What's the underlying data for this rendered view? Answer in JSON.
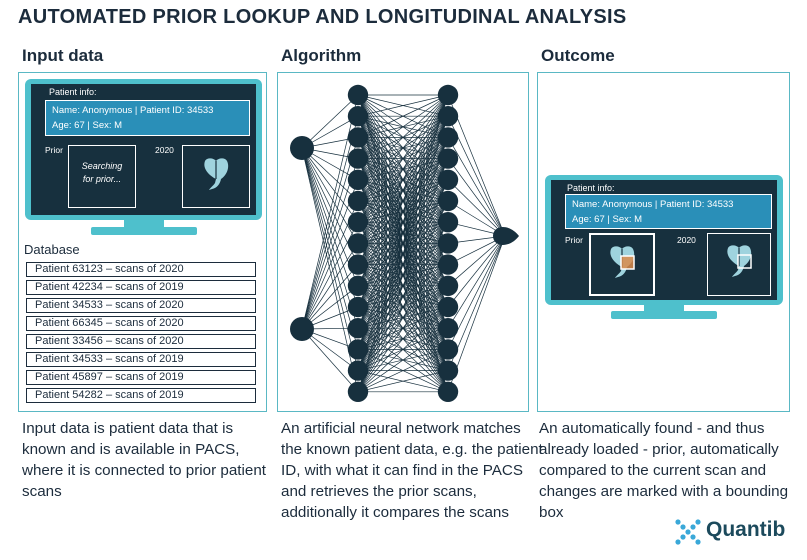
{
  "title": "AUTOMATED PRIOR LOOKUP AND LONGITUDINAL ANALYSIS",
  "columns": {
    "input": "Input data",
    "algorithm": "Algorithm",
    "outcome": "Outcome"
  },
  "input_screen": {
    "patient_info_label": "Patient info:",
    "line1": "Name: Anonymous | Patient ID: 34533",
    "line2": "Age: 67 | Sex: M",
    "prior_label": "Prior",
    "year_label": "2020",
    "searching_line1": "Searching",
    "searching_line2": "for prior..."
  },
  "database": {
    "title": "Database",
    "rows": [
      "Patient 63123 – scans of 2020",
      "Patient 42234 – scans of 2019",
      "Patient 34533 – scans of 2020",
      "Patient 66345 – scans of 2020",
      "Patient 33456 – scans of 2020",
      "Patient 34533 – scans of 2019",
      "Patient 45897 – scans of 2019",
      "Patient 54282 – scans of 2019"
    ]
  },
  "outcome_screen": {
    "patient_info_label": "Patient info:",
    "line1": "Name: Anonymous | Patient ID: 34533",
    "line2": "Age: 67 | Sex: M",
    "prior_label": "Prior",
    "year_label": "2020"
  },
  "descriptions": {
    "input": "Input data is patient data that is known and is available in PACS, where it is connected to prior patient scans",
    "algorithm": "An artificial neural network matches the known patient data, e.g. the patient ID, with what it can find in the PACS and retrieves the prior scans, additionally it compares the scans",
    "outcome": "An automatically found - and thus already loaded - prior, automatically compared to the current scan and changes are marked with a bounding box"
  },
  "brand": {
    "name": "Quantib"
  },
  "colors": {
    "navy": "#17303e",
    "teal": "#4ec0cc",
    "info_blue": "#2a8fb8",
    "text": "#1c2c3c",
    "highlight": "#d98a4a"
  },
  "icons": [
    "prostate-scan-icon",
    "bounding-box-highlight",
    "quantib-logo-icon",
    "neural-network-icon"
  ]
}
